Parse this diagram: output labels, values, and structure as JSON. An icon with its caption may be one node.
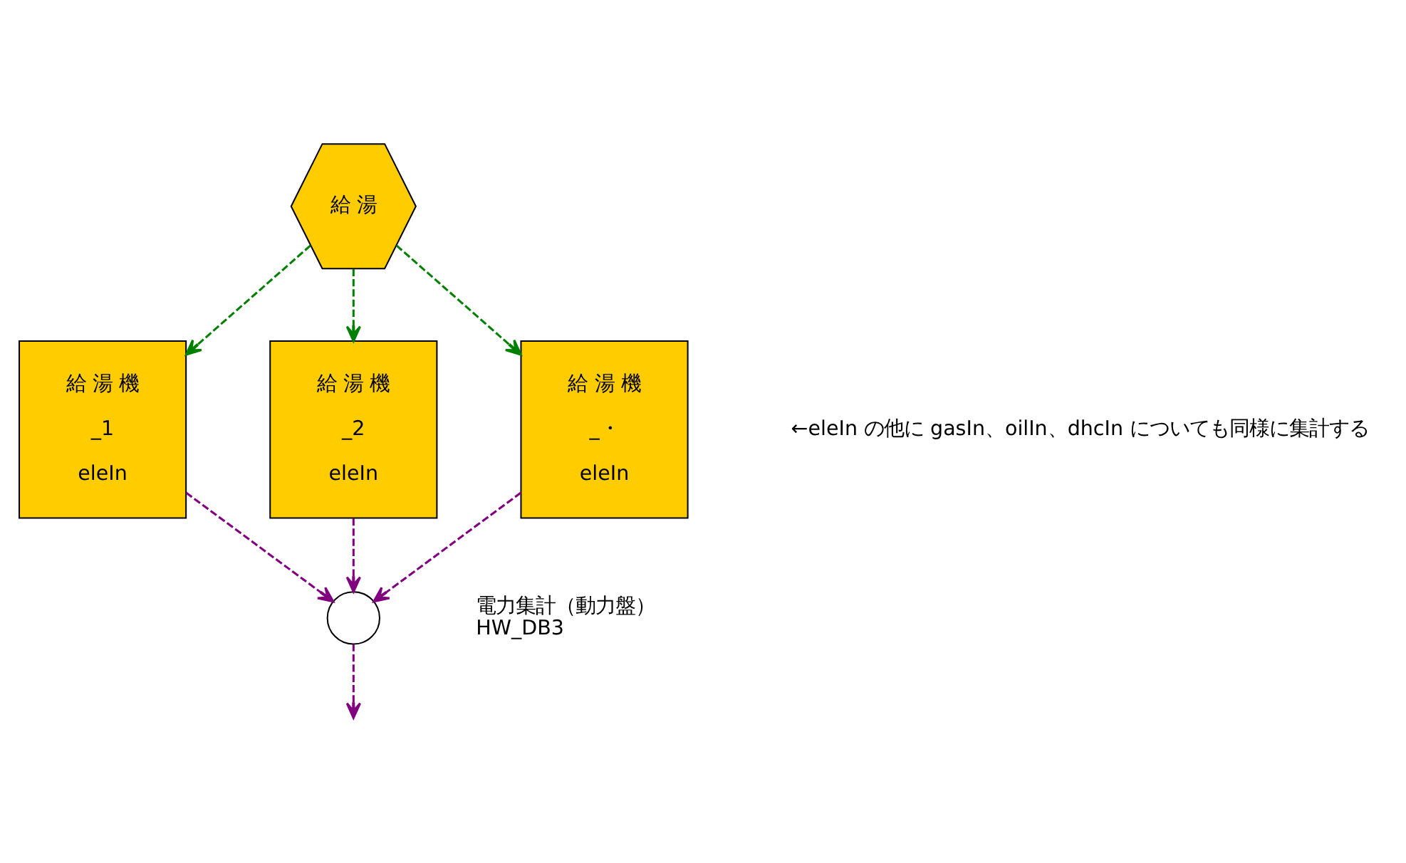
{
  "diagram": {
    "nodes": [
      {
        "text": [
          "給 湯"
        ]
      },
      {
        "text": [
          "給 湯 機",
          "_1",
          "eleIn"
        ]
      },
      {
        "text": [
          "給 湯 機",
          "_2",
          "eleIn"
        ]
      },
      {
        "text": [
          "給 湯 機",
          "_・",
          "eleIn"
        ]
      },
      {
        "text": [],
        "shape": "circle",
        "beside": [
          "電力集計（動力盤）",
          "HW_DB3"
        ]
      }
    ],
    "edges": [
      {
        "from": 0,
        "to": 1,
        "arrow": "to",
        "style": "dashed",
        "color": "#008000"
      },
      {
        "from": 0,
        "to": 2,
        "arrow": "to",
        "style": "dashed",
        "color": "#008000"
      },
      {
        "from": 0,
        "to": 3,
        "arrow": "to",
        "style": "dashed",
        "color": "#008000"
      },
      {
        "from": 1,
        "to": 4,
        "arrow": "to",
        "style": "dashed"
      },
      {
        "from": 2,
        "to": 4,
        "arrow": "to",
        "style": "dashed"
      },
      {
        "from": 3,
        "to": 4,
        "arrow": "to",
        "style": "dashed"
      },
      {
        "from": 4,
        "to": null,
        "arrow": "to",
        "style": "dashed"
      }
    ],
    "labels": [
      "←eleIn の他に gasIn、oilIn、dhcIn についても同様に集計する"
    ]
  }
}
